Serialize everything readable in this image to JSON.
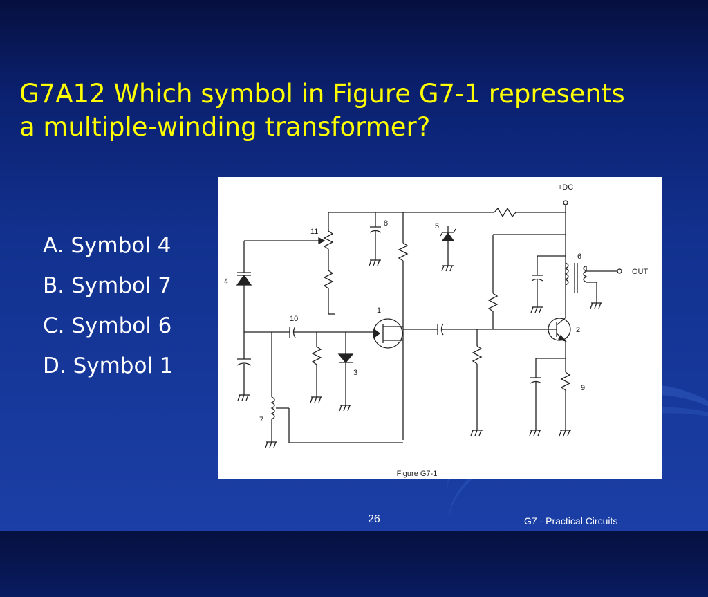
{
  "slide": {
    "title_line1": "G7A12 Which symbol in Figure G7-1 represents",
    "title_line2": "a multiple-winding transformer?",
    "answers": [
      "A. Symbol 4",
      "B. Symbol 7",
      "C. Symbol 6",
      "D. Symbol 1"
    ],
    "slide_number": "26",
    "footer": "G7 - Practical Circuits"
  },
  "figure": {
    "caption": "Figure G7-1",
    "supply_label": "+DC",
    "output_label": "OUT",
    "symbol_labels": [
      "1",
      "2",
      "3",
      "4",
      "5",
      "6",
      "7",
      "8",
      "9",
      "10",
      "11"
    ]
  },
  "colors": {
    "title": "#ffff00",
    "text": "#ffffff",
    "background": "#12318f"
  }
}
